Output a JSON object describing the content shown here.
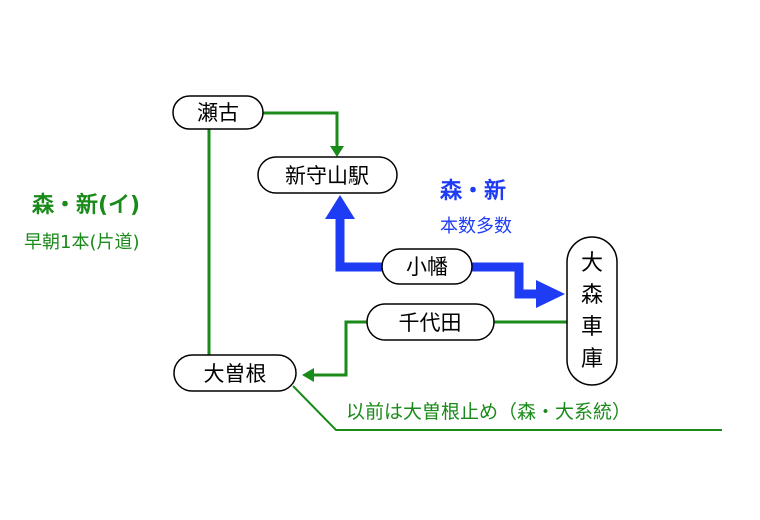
{
  "stations": {
    "seto": "瀬古",
    "shinmoriyama": "新守山駅",
    "obata": "小幡",
    "chiyoda": "千代田",
    "ozone": "大曽根",
    "omori_depot": [
      "大",
      "森",
      "車",
      "庫"
    ]
  },
  "routes": {
    "mori_shin_i": {
      "title": "森・新(イ)",
      "subtitle": "早朝1本(片道)"
    },
    "mori_shin": {
      "title": "森・新",
      "subtitle": "本数多数"
    },
    "ozone_note": "以前は大曽根止め（森・大系統）"
  },
  "colors": {
    "green": "#1a8a1a",
    "blue": "#1f3cf5",
    "station_border": "#000000",
    "station_fill": "#ffffff"
  }
}
